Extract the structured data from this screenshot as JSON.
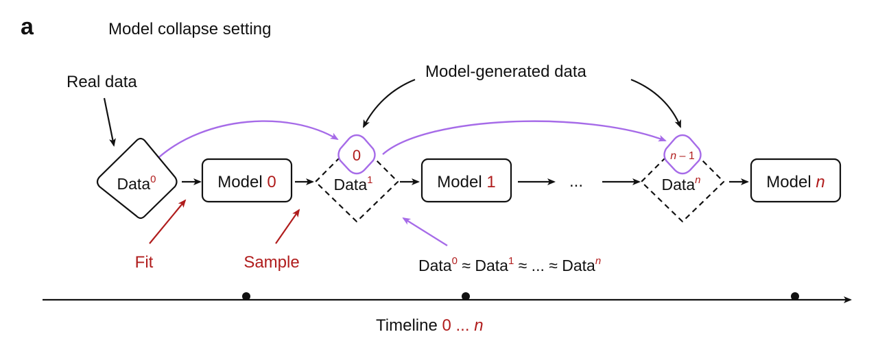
{
  "panel_label": "a",
  "title": "Model collapse setting",
  "real_data_label": "Real data",
  "model_generated_label": "Model-generated data",
  "fit_label": "Fit",
  "sample_label": "Sample",
  "ellipsis": "...",
  "nodes": {
    "data0": {
      "base": "Data",
      "sup": "0"
    },
    "model0": {
      "base": "Model",
      "idx": "0"
    },
    "data1": {
      "base": "Data",
      "sup": "1"
    },
    "model1": {
      "base": "Model",
      "idx": "1"
    },
    "datan": {
      "base": "Data",
      "sup": "n"
    },
    "modeln": {
      "base": "Model",
      "idx": "n"
    }
  },
  "small_diamonds": {
    "first": "0",
    "last_n": "n",
    "last_minus": " – 1"
  },
  "equation": {
    "t1": "Data",
    "s1": "0",
    "approx1": " ≈ ",
    "t2": "Data",
    "s2": "1",
    "approx2": " ≈ ... ≈ ",
    "t3": "Data",
    "s3": "n"
  },
  "timeline": {
    "label": "Timeline",
    "range_start": "0",
    "range_mid": " ... ",
    "range_end": "n"
  },
  "colors": {
    "black": "#111111",
    "red": "#b01c1c",
    "purple": "#a66be8"
  }
}
